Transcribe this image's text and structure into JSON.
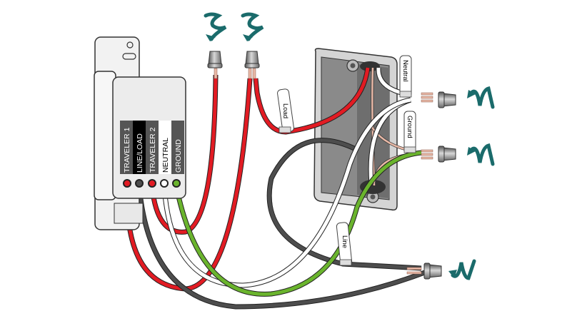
{
  "title": "Smart switch 3-way wiring diagram",
  "colors": {
    "hot": "#e21b23",
    "line": "#4d4d4d",
    "neutral": "#ffffff",
    "ground": "#6ab42d",
    "copper": "#e8b8a6",
    "arrow": "#1a6b6b",
    "box": "#7a7a7a",
    "switch": "#f2f2f2"
  },
  "switch": {
    "terminals": [
      {
        "label": "TRAVELER 1",
        "wire": "red"
      },
      {
        "label": "LINE/LOAD",
        "wire": "black"
      },
      {
        "label": "TRAVELER 2",
        "wire": "red"
      },
      {
        "label": "NEUTRAL",
        "wire": "white"
      },
      {
        "label": "GROUND",
        "wire": "green"
      }
    ]
  },
  "tags": {
    "load": "Load",
    "neutral": "Neutral",
    "ground": "Ground",
    "line": "Line"
  },
  "wire_nuts": [
    {
      "name": "traveler-1-nut",
      "action": "twist"
    },
    {
      "name": "traveler-2-nut",
      "action": "twist"
    },
    {
      "name": "neutral-nut",
      "action": "twist"
    },
    {
      "name": "ground-nut",
      "action": "twist"
    },
    {
      "name": "line-nut",
      "action": "twist"
    }
  ]
}
